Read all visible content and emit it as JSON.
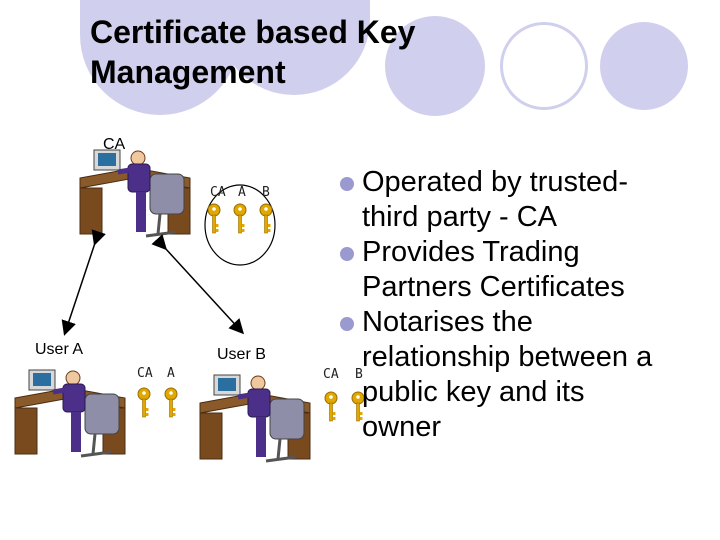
{
  "slide": {
    "title_line1": "Certificate based Key",
    "title_line2": "Management",
    "accent_color": "#d0d0ee",
    "bullet_color": "#9a9ad0"
  },
  "diagram": {
    "ca_label": "CA",
    "user_a_label": "User A",
    "user_b_label": "User B",
    "ca_keys": [
      "CA",
      "A",
      "B"
    ],
    "user_a_keys": [
      "CA",
      "A"
    ],
    "user_b_keys": [
      "CA",
      "B"
    ],
    "key_color": "#e0a800"
  },
  "bullets": [
    {
      "line1": "Operated by trusted-",
      "line2": "third party - CA"
    },
    {
      "line1": "Provides Trading",
      "line2": "Partners Certificates"
    },
    {
      "line1": "Notarises the",
      "line2": "relationship between a",
      "line3": "public key and its",
      "line4": "owner"
    }
  ]
}
